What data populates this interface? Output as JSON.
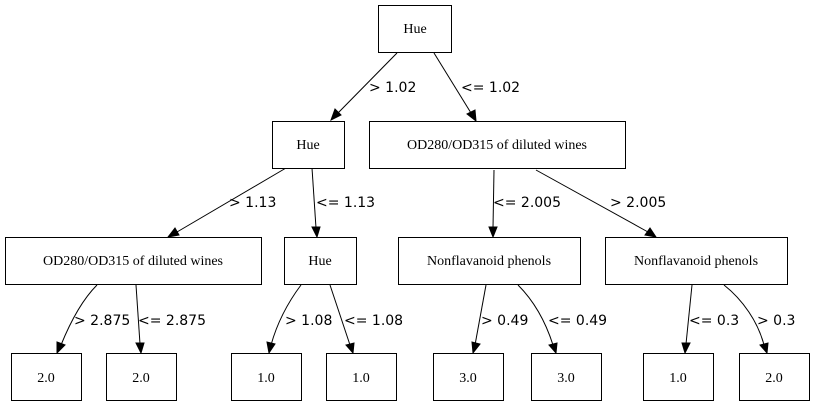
{
  "tree": {
    "nodes": {
      "root": "Hue",
      "n_l": "Hue",
      "n_r": "OD280/OD315 of diluted wines",
      "n_ll": "OD280/OD315 of diluted wines",
      "n_lr": "Hue",
      "n_rl": "Nonflavanoid phenols",
      "n_rr": "Nonflavanoid phenols",
      "leaf_1": "2.0",
      "leaf_2": "2.0",
      "leaf_3": "1.0",
      "leaf_4": "1.0",
      "leaf_5": "3.0",
      "leaf_6": "3.0",
      "leaf_7": "1.0",
      "leaf_8": "2.0"
    },
    "edges": {
      "root_l": "> 1.02",
      "root_r": "<= 1.02",
      "l_l": "> 1.13",
      "l_r": "<= 1.13",
      "r_l": "<= 2.005",
      "r_r": "> 2.005",
      "ll_l": "> 2.875",
      "ll_r": "<= 2.875",
      "lr_l": "> 1.08",
      "lr_r": "<= 1.08",
      "rl_l": "> 0.49",
      "rl_r": "<= 0.49",
      "rr_l": "<= 0.3",
      "rr_r": "> 0.3"
    }
  }
}
